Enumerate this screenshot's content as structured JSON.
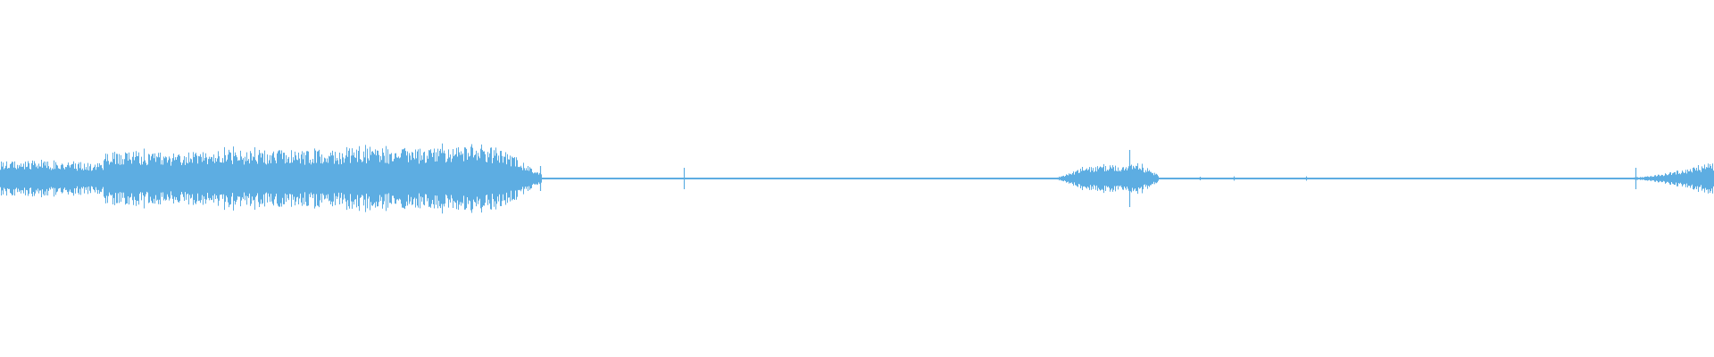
{
  "waveform": {
    "color": "#5dade2",
    "background": "#ffffff",
    "duration_fraction_segments": [
      {
        "start": 0.0,
        "end": 0.04,
        "peak": 0.085,
        "kind": "sustain"
      },
      {
        "start": 0.04,
        "end": 0.06,
        "peak": 0.075,
        "kind": "sustain"
      },
      {
        "start": 0.06,
        "end": 0.12,
        "peak": 0.13,
        "kind": "sustain"
      },
      {
        "start": 0.12,
        "end": 0.2,
        "peak": 0.14,
        "kind": "sustain"
      },
      {
        "start": 0.2,
        "end": 0.25,
        "peak": 0.15,
        "kind": "sustain"
      },
      {
        "start": 0.25,
        "end": 0.29,
        "peak": 0.155,
        "kind": "sustain"
      },
      {
        "start": 0.29,
        "end": 0.303,
        "peak": 0.09,
        "kind": "decay"
      },
      {
        "start": 0.303,
        "end": 0.316,
        "peak": 0.02,
        "kind": "decay"
      },
      {
        "start": 0.316,
        "end": 0.616,
        "peak": 0.004,
        "kind": "quiet"
      },
      {
        "start": 0.616,
        "end": 0.634,
        "peak": 0.06,
        "kind": "swell"
      },
      {
        "start": 0.634,
        "end": 0.666,
        "peak": 0.07,
        "kind": "swell"
      },
      {
        "start": 0.666,
        "end": 0.676,
        "peak": 0.015,
        "kind": "decay"
      },
      {
        "start": 0.676,
        "end": 0.952,
        "peak": 0.004,
        "kind": "quiet"
      },
      {
        "start": 0.952,
        "end": 0.968,
        "peak": 0.02,
        "kind": "swell"
      },
      {
        "start": 0.968,
        "end": 1.0,
        "peak": 0.08,
        "kind": "swell"
      }
    ],
    "transients": [
      {
        "at": 0.315,
        "peak": 0.07
      },
      {
        "at": 0.399,
        "peak": 0.06
      },
      {
        "at": 0.659,
        "peak": 0.16
      },
      {
        "at": 0.7,
        "peak": 0.01
      },
      {
        "at": 0.72,
        "peak": 0.012
      },
      {
        "at": 0.762,
        "peak": 0.012
      },
      {
        "at": 0.954,
        "peak": 0.06
      }
    ]
  }
}
